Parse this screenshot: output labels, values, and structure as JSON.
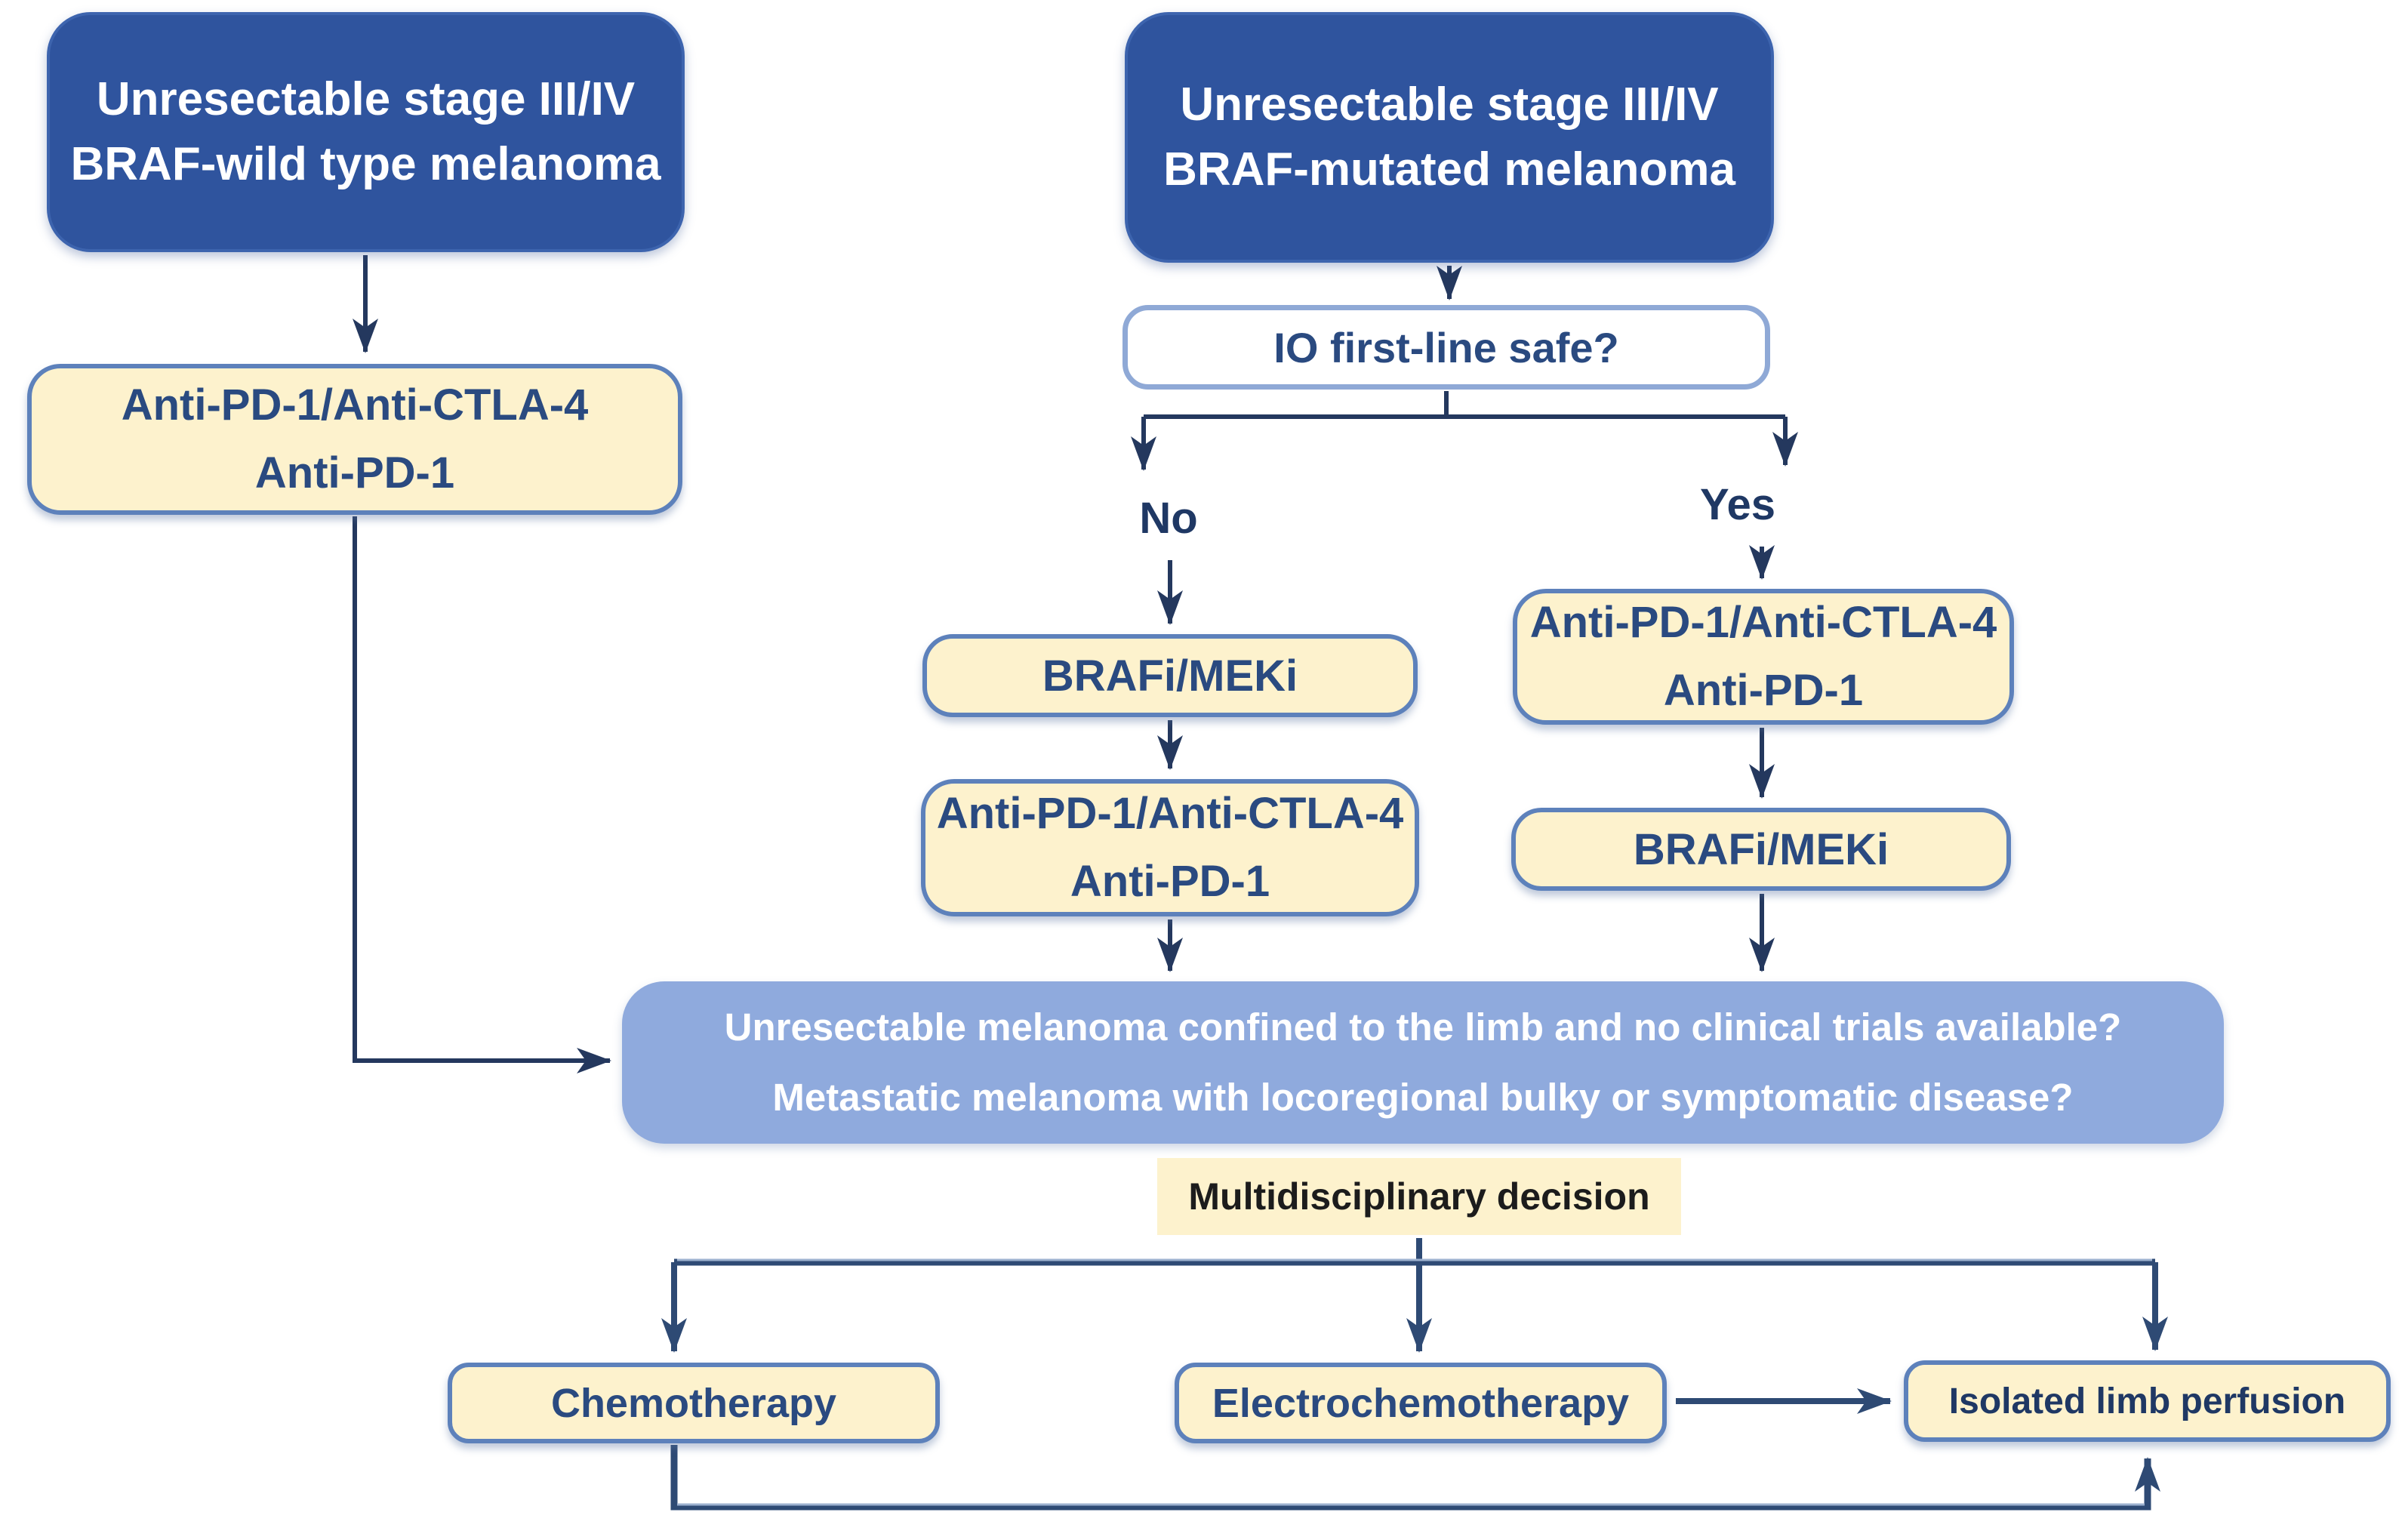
{
  "colors": {
    "navy_box_bg": "#2f549e",
    "navy_box_text": "#ffffff",
    "yellow_box_bg": "#fdf2cd",
    "yellow_box_border": "#5d81bb",
    "yellow_box_text": "#2a4a80",
    "light_blue_box_bg": "#8faadd",
    "light_blue_box_text": "#ffffff",
    "white_box_border": "#8fa9d6",
    "connector_line": "#24385e",
    "connector_line_thick": "#2e4a74",
    "decision_text": "#1c1c1c"
  },
  "flowchart": {
    "left_pathway": {
      "root": {
        "line1": "Unresectable stage III/IV",
        "line2": "BRAF-wild type melanoma"
      },
      "therapy": {
        "line1": "Anti-PD-1/Anti-CTLA-4",
        "line2": "Anti-PD-1"
      }
    },
    "right_pathway": {
      "root": {
        "line1": "Unresectable stage III/IV",
        "line2": "BRAF-mutated melanoma"
      },
      "question": "IO first-line safe?",
      "no_label": "No",
      "yes_label": "Yes",
      "no_branch": {
        "first": "BRAFi/MEKi",
        "second_line1": "Anti-PD-1/Anti-CTLA-4",
        "second_line2": "Anti-PD-1"
      },
      "yes_branch": {
        "first_line1": "Anti-PD-1/Anti-CTLA-4",
        "first_line2": "Anti-PD-1",
        "second": "BRAFi/MEKi"
      }
    },
    "limb_question": {
      "line1": "Unresectable melanoma confined to the limb and no clinical trials available?",
      "line2": "Metastatic melanoma with locoregional bulky or symptomatic disease?"
    },
    "decision": "Multidisciplinary decision",
    "outcomes": {
      "chemotherapy": "Chemotherapy",
      "electrochemotherapy": "Electrochemotherapy",
      "isolated_limb_perfusion": "Isolated limb perfusion"
    }
  }
}
